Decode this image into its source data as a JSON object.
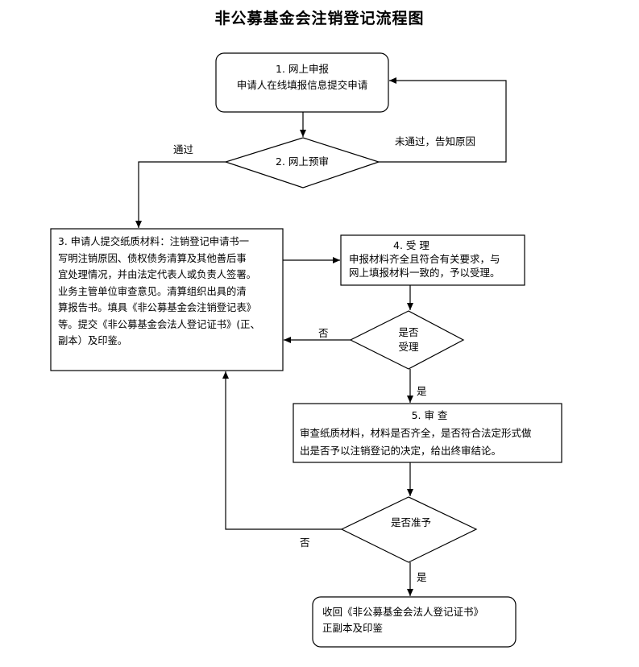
{
  "title": "非公募基金会注销登记流程图",
  "nodes": {
    "step1": {
      "heading": "1. 网上申报",
      "body": "申请人在线填报信息提交申请"
    },
    "step2": {
      "label": "2. 网上预审"
    },
    "step3": {
      "lines": [
        "3. 申请人提交纸质材料：注销登记申请书一",
        "写明注销原因、债权债务清算及其他善后事",
        "宜处理情况，并由法定代表人或负责人签署。",
        "业务主管单位审查意见。清算组织出具的清",
        "算报告书。填具《非公募基金会注销登记表》",
        "等。提交《非公募基金会法人登记证书》(正、",
        "副本）及印鉴。"
      ]
    },
    "step4": {
      "heading": "4. 受 理",
      "lines": [
        "申报材料齐全且符合有关要求，与",
        "网上填报材料一致的，予以受理。"
      ]
    },
    "decision_accept": {
      "lines": [
        "是否",
        "受理"
      ]
    },
    "step5": {
      "heading": "5. 审 查",
      "lines": [
        "审查纸质材料，材料是否齐全，是否符合法定形式做",
        "出是否予以注销登记的决定，给出终审结论。"
      ]
    },
    "decision_approve": {
      "label": "是否准予"
    },
    "final": {
      "lines": [
        "收回《非公募基金会法人登记证书》",
        "正副本及印鉴"
      ]
    }
  },
  "edge_labels": {
    "pass": "通过",
    "fail_notify": "未通过，告知原因",
    "accept_no": "否",
    "accept_yes": "是",
    "approve_no": "否",
    "approve_yes": "是"
  }
}
